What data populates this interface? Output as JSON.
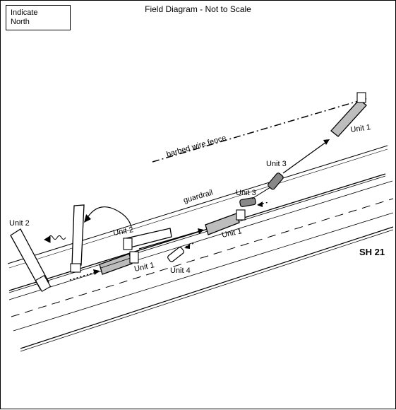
{
  "title": "Field Diagram - Not to Scale",
  "north_box": {
    "line1": "Indicate",
    "line2": "North"
  },
  "labels": {
    "road": "SH 21",
    "fence": "barbed wire fence",
    "guardrail": "guardrail",
    "unit1_final": "Unit 1",
    "unit1_mid": "Unit 1",
    "unit1_start": "Unit 1",
    "unit2_final": "Unit 2",
    "unit2_start": "Unit 2",
    "unit3_final": "Unit 3",
    "unit3_start": "Unit 3",
    "unit4": "Unit 4"
  },
  "colors": {
    "ink": "#000000",
    "trailer_fill": "#bdbdbd",
    "paper": "#ffffff"
  }
}
